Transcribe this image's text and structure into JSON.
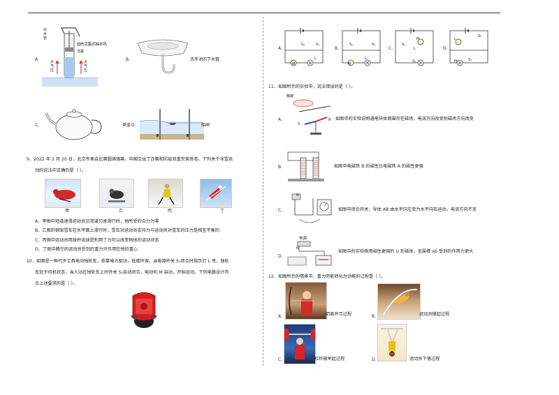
{
  "left": {
    "q8_options": {
      "A": "A.",
      "A_caption": "活塞式抽水机",
      "A_labels": [
        "出水管",
        "圆筒",
        "活塞",
        "大气压",
        "大气压"
      ],
      "B": "B.",
      "B_caption": "洗手池的下水管",
      "C": "C.",
      "C_caption": "茶壶",
      "D": "D.",
      "D_caption": "船闸"
    },
    "q9": {
      "stem_line1": "9．2022 年 2 月 20 日，北京冬奥会比赛圆满落幕，中国交出了办赛和防疫双重完美答卷。下列关于冰雪运",
      "stem_line2": "动的说法中正确的是（    ）。",
      "photo_labels": [
        "甲",
        "乙",
        "丙",
        "丁"
      ],
      "options": [
        "A．甲图中短道速滑运动员沿弯道匀速滑行时，他所受的合力为零",
        "B．乙图的钢架雪车在水平面上滑行时，雪车对运动员支持力与运动员对雪车的压力是相互平衡的",
        "C．丙图中运动员用球杆击球是利用了力可以改变物体的运动状态",
        "D．丁图中腾空的运动员受到的重力只作用在他的重心"
      ]
    },
    "q10": {
      "line1": "10．如图是一种代步工具电动独轮车，依靠电力驱动，低碳环保。当电源开关 S₁闭合时指示灯 L 亮，独轮",
      "line2": "车处于待机状态，当人站在独轮车上时开关 S₂自动闭合，电动机 M 启动，开始运动。下列电路设计符",
      "line3": "合上述要求的是（    ）。"
    }
  },
  "right": {
    "q10_options": [
      "A.",
      "B.",
      "C.",
      "D."
    ],
    "circuit_labels": {
      "s1": "S₁",
      "s2": "S₂",
      "l": "L",
      "m": "M"
    },
    "q11": {
      "stem": "11．如图所示的实验中，说法错误的是（    ）。",
      "label_top": "触接",
      "A": "A.",
      "A_text": "如图中的实验说明通电导体周围存在磁场，电流方向改变则磁场方向改变",
      "B": "B.",
      "B_text": "如图中电磁铁 B 的磁性比电磁铁 A 的磁性更强",
      "C": "C.",
      "C_text": "如图中闭合开关，导体 AB 由水平向左变为水平向右运动，电流方向不变",
      "D": "D.",
      "D_text": "如图中的实验换用磁性更强的 U 形磁体，金属棒 ab 受到的作用力更大",
      "D_label": "电源"
    },
    "q12": {
      "stem": "12．如图所示的情景中，重力势能转化为动能的过程是（    ）。",
      "A": "A.",
      "A_caption": "箭离开弓过程",
      "B": "B.",
      "B_caption": "运动员撑起过程",
      "C": "C.",
      "C_caption": "杠铃被举起过程",
      "D": "D.",
      "D_caption": "运动员下落过程"
    }
  },
  "colors": {
    "rule": "#333333",
    "separator": "#999999",
    "text": "#222222"
  }
}
